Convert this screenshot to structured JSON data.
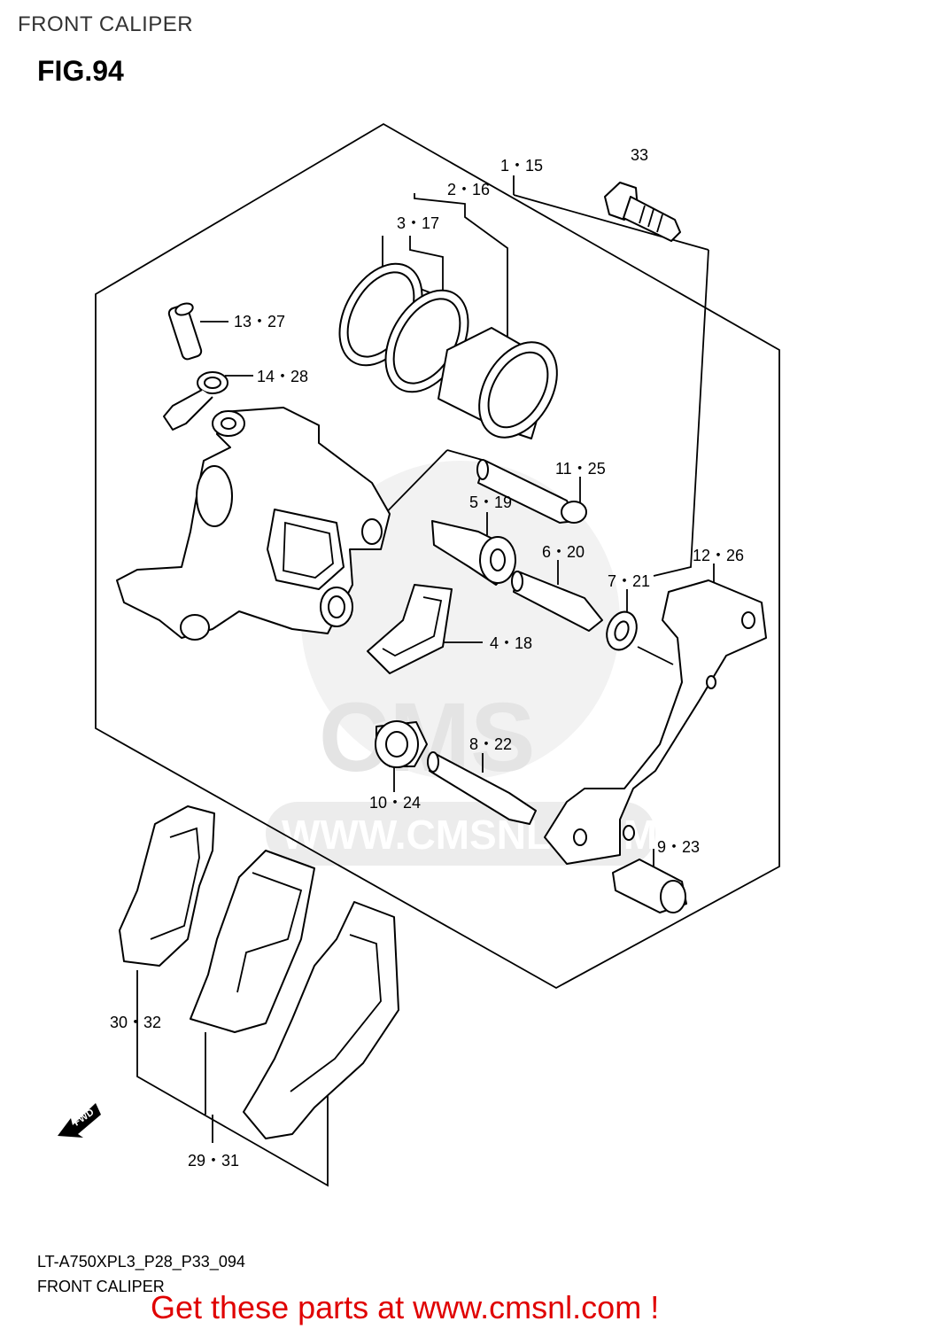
{
  "header": {
    "title": "FRONT CALIPER"
  },
  "figure": {
    "label": "FIG.94"
  },
  "callouts": {
    "c1": "1・15",
    "c2": "2・16",
    "c3": "3・17",
    "c33": "33",
    "c13": "13・27",
    "c14": "14・28",
    "c11": "11・25",
    "c5": "5・19",
    "c6": "6・20",
    "c12": "12・26",
    "c7": "7・21",
    "c4": "4・18",
    "c8": "8・22",
    "c10": "10・24",
    "c9": "9・23",
    "c30": "30・32",
    "c29": "29・31"
  },
  "fwd": {
    "label": "FWD"
  },
  "watermark": {
    "text": "WWW.CMSNL.COM",
    "logo": "CMS"
  },
  "footer": {
    "code": "LT-A750XPL3_P28_P33_094",
    "name": "FRONT CALIPER"
  },
  "promo": {
    "text": "Get these parts at www.cmsnl.com !"
  },
  "colors": {
    "promo": "#e00000",
    "watermark": "#e9e9e9"
  }
}
